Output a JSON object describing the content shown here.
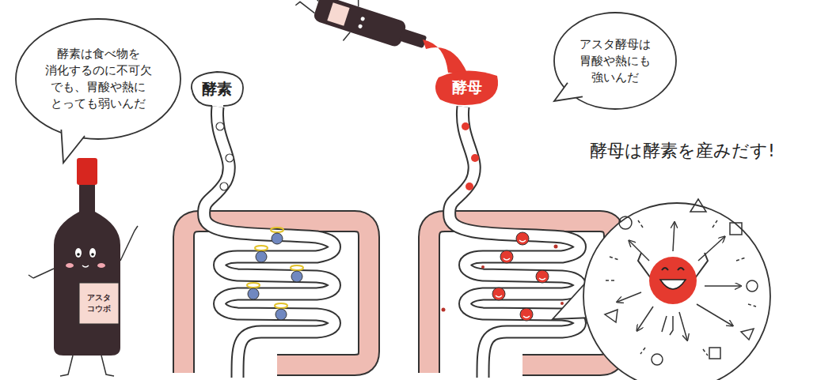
{
  "diagram": {
    "nodes": [
      {
        "text": [
          "酵素は食べ物を 消化するのに不可欠 でも、胃酸や熱に とっても弱いんだ"
        ]
      },
      {
        "text": [
          "アスタ コウボ"
        ]
      },
      {
        "text": [
          "酵素"
        ]
      },
      {
        "text": [
          "酵母"
        ]
      },
      {
        "text": [
          "アスタ酵母は 胃酸や熱にも 強いんだ"
        ]
      }
    ],
    "labels": [
      "酵母は酵素を産みだす!"
    ]
  }
}
